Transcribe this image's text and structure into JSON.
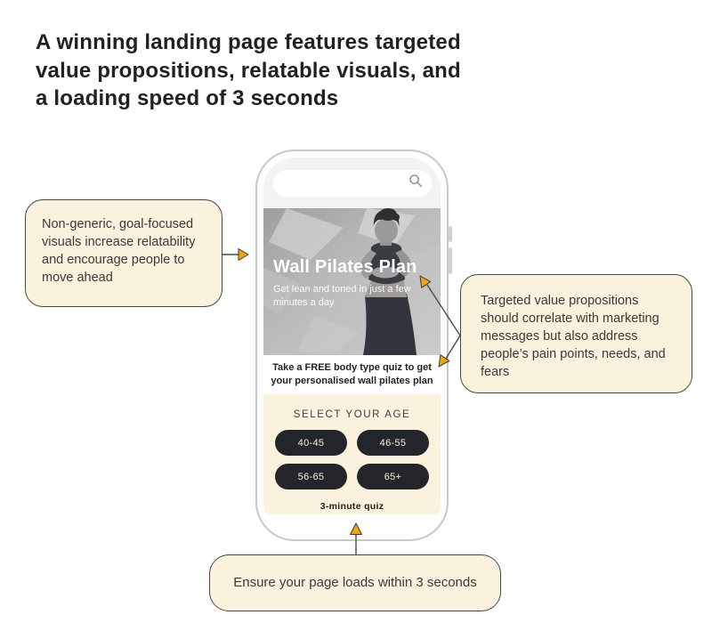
{
  "header": {
    "title_lines": [
      "A winning landing page features targeted",
      "value propositions, relatable visuals, and",
      "a loading speed of 3 seconds"
    ]
  },
  "callouts": {
    "visuals": "Non-generic, goal-focused visuals increase relatability and encourage people to move ahead",
    "value_props": "Targeted value propositions should correlate with marketing messages but also address people’s pain points, needs, and fears",
    "speed": "Ensure your page loads within 3 seconds"
  },
  "phone": {
    "search": {
      "value": "",
      "placeholder": "",
      "icon": "magnifier"
    },
    "hero": {
      "title": "Wall Pilates Plan",
      "subtitle": "Get lean and toned in just a few minutes a day"
    },
    "quiz_prompt": "Take a FREE body type quiz to get your personalised wall pilates plan",
    "age_section": {
      "heading": "SELECT YOUR AGE",
      "options": [
        "40-45",
        "46-55",
        "56-65",
        "65+"
      ],
      "footnote": "3-minute quiz"
    }
  },
  "colors": {
    "cream": "#faf2dc",
    "outline": "#474747",
    "gold": "#f2a60c",
    "ink": "#202124",
    "pill": "#23252a",
    "pill_text": "#f6eeda"
  }
}
